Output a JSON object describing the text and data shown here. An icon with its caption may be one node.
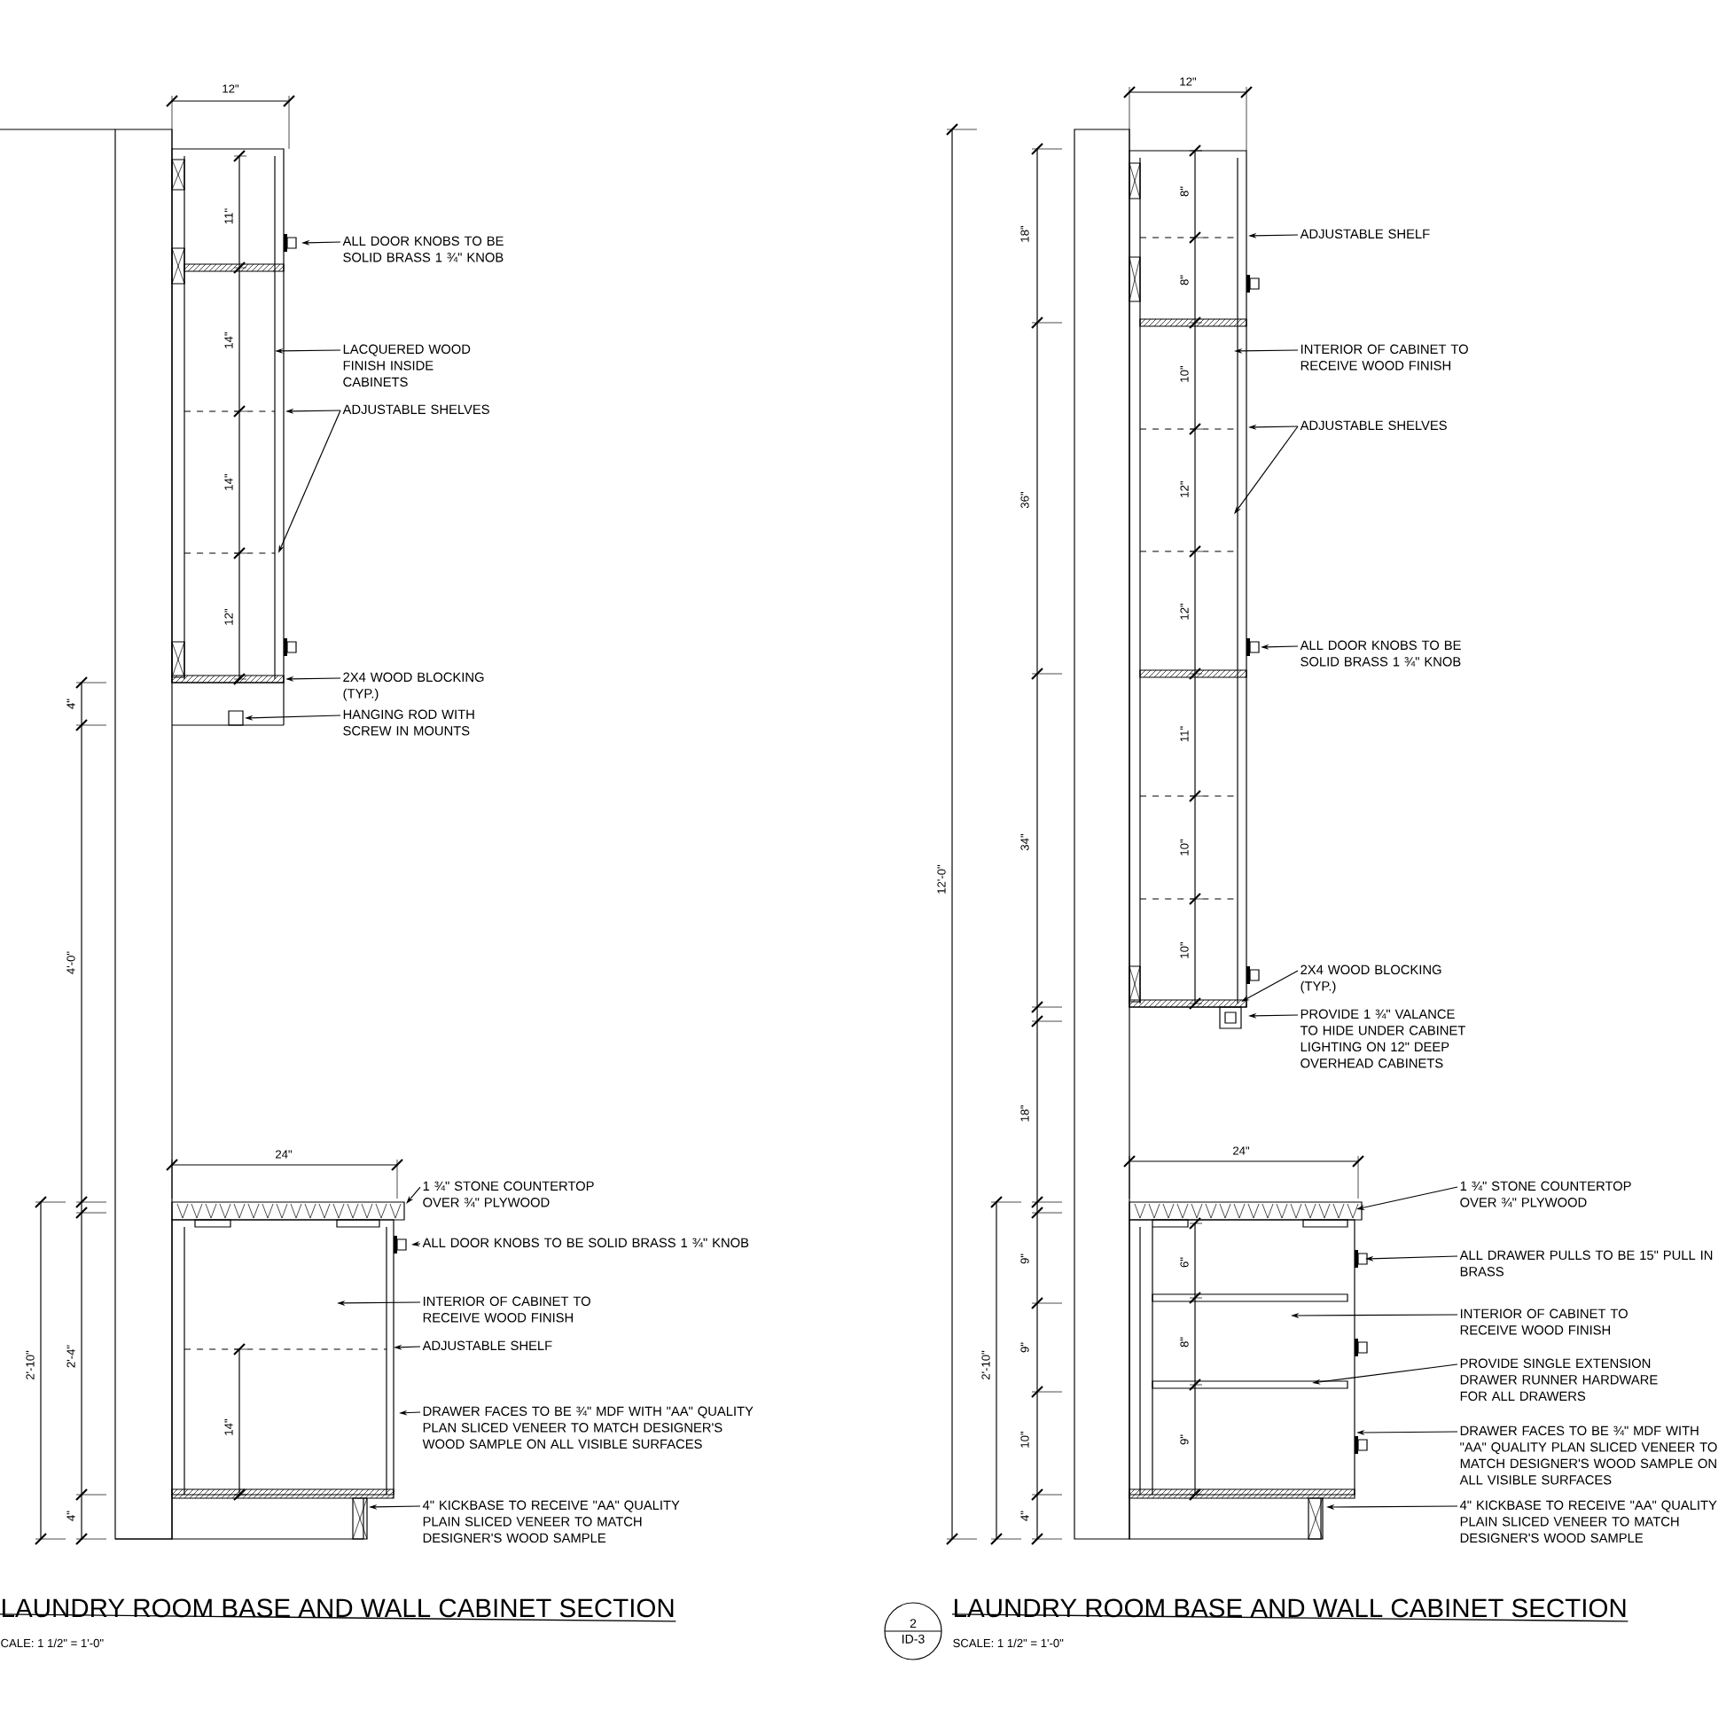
{
  "diagram": {
    "nodes": [
      {
        "text": [
          "ALL DOOR KNOBS TO BE SOLID BRASS 1 ¾\" KNOB"
        ]
      },
      {
        "text": [
          "LACQUERED WOOD FINISH INSIDE CABINETS"
        ]
      },
      {
        "text": [
          "ADJUSTABLE SHELVES"
        ]
      },
      {
        "text": [
          "2X4 WOOD BLOCKING (TYP.)"
        ]
      },
      {
        "text": [
          "HANGING ROD WITH SCREW IN MOUNTS"
        ]
      },
      {
        "text": [
          "1 ¾\" STONE COUNTERTOP OVER ¾\" PLYWOOD"
        ]
      },
      {
        "text": [
          "ALL DOOR KNOBS TO BE SOLID BRASS 1 ¾\" KNOB"
        ]
      },
      {
        "text": [
          "INTERIOR OF CABINET TO RECEIVE WOOD FINISH"
        ]
      },
      {
        "text": [
          "ADJUSTABLE SHELF"
        ]
      },
      {
        "text": [
          "DRAWER FACES TO BE ¾\" MDF WITH \"AA\" QUALITY PLAN SLICED VENEER TO MATCH DESIGNER'S WOOD SAMPLE ON ALL VISIBLE SURFACES"
        ]
      },
      {
        "text": [
          "4\" KICKBASE TO RECEIVE \"AA\" QUALITY PLAIN SLICED VENEER TO MATCH DESIGNER'S WOOD SAMPLE"
        ]
      },
      {
        "text": [
          "ADJUSTABLE SHELF"
        ]
      },
      {
        "text": [
          "INTERIOR OF CABINET TO RECEIVE WOOD FINISH"
        ]
      },
      {
        "text": [
          "ADJUSTABLE SHELVES"
        ]
      },
      {
        "text": [
          "ALL DOOR KNOBS TO BE SOLID BRASS 1 ¾\" KNOB"
        ]
      },
      {
        "text": [
          "2X4 WOOD BLOCKING (TYP.)"
        ]
      },
      {
        "text": [
          "PROVIDE 1 ¾\" VALANCE TO HIDE UNDER CABINET LIGHTING ON 12\" DEEP OVERHEAD CABINETS"
        ]
      },
      {
        "text": [
          "1 ¾\" STONE COUNTERTOP OVER ¾\" PLYWOOD"
        ]
      },
      {
        "text": [
          "ALL DRAWER PULLS TO BE 15\" PULL IN BRASS"
        ]
      },
      {
        "text": [
          "INTERIOR OF CABINET TO RECEIVE WOOD FINISH"
        ]
      },
      {
        "text": [
          "PROVIDE SINGLE EXTENSION DRAWER RUNNER HARDWARE FOR ALL DRAWERS"
        ]
      },
      {
        "text": [
          "DRAWER FACES TO BE ¾\" MDF WITH \"AA\" QUALITY PLAN SLICED VENEER TO MATCH DESIGNER'S WOOD SAMPLE ON ALL VISIBLE SURFACES"
        ]
      },
      {
        "text": [
          "4\" KICKBASE TO RECEIVE \"AA\" QUALITY PLAIN SLICED VENEER TO MATCH DESIGNER'S WOOD SAMPLE"
        ]
      },
      {
        "text": [
          "2",
          "ID-3"
        ]
      }
    ],
    "edges": [
      {
        "from": 0,
        "to": null,
        "arrow": "to"
      },
      {
        "from": 1,
        "to": null,
        "arrow": "to"
      },
      {
        "from": 2,
        "to": null,
        "arrow": "to"
      },
      {
        "from": 2,
        "to": null,
        "arrow": "to"
      },
      {
        "from": 3,
        "to": null,
        "arrow": "to"
      },
      {
        "from": 4,
        "to": null,
        "arrow": "to"
      },
      {
        "from": 5,
        "to": null,
        "arrow": "to"
      },
      {
        "from": 6,
        "to": null,
        "arrow": "to"
      },
      {
        "from": 7,
        "to": null,
        "arrow": "to"
      },
      {
        "from": 8,
        "to": null,
        "arrow": "to"
      },
      {
        "from": 9,
        "to": null,
        "arrow": "to"
      },
      {
        "from": 10,
        "to": null,
        "arrow": "to"
      },
      {
        "from": 11,
        "to": null,
        "arrow": "to"
      },
      {
        "from": 12,
        "to": null,
        "arrow": "to"
      },
      {
        "from": 13,
        "to": null,
        "arrow": "to"
      },
      {
        "from": 13,
        "to": null,
        "arrow": "to"
      },
      {
        "from": 14,
        "to": null,
        "arrow": "to"
      },
      {
        "from": 15,
        "to": null,
        "arrow": "to"
      },
      {
        "from": 16,
        "to": null,
        "arrow": "to"
      },
      {
        "from": 17,
        "to": null,
        "arrow": "to"
      },
      {
        "from": 18,
        "to": null,
        "arrow": "to"
      },
      {
        "from": 19,
        "to": null,
        "arrow": "to"
      },
      {
        "from": 20,
        "to": null,
        "arrow": "to"
      },
      {
        "from": 21,
        "to": null,
        "arrow": "to"
      },
      {
        "from": 22,
        "to": null,
        "arrow": "to"
      }
    ],
    "labels": [
      "12\"",
      "11\"",
      "14\"",
      "14\"",
      "12\"",
      "4\"",
      "4'-0\"",
      "24\"",
      "2'-10\"",
      "2'-4\"",
      "14\"",
      "4\"",
      "LAUNDRY ROOM BASE AND WALL CABINET SECTION",
      "CALE: 1 1/2\" = 1'-0\"",
      "12\"",
      "12'-0\"",
      "18\"",
      "36\"",
      "34\"",
      "18\"",
      "8\"",
      "8\"",
      "10\"",
      "12\"",
      "12\"",
      "11\"",
      "10\"",
      "10\"",
      "24\"",
      "2'-10\"",
      "9\"",
      "9\"",
      "10\"",
      "4\"",
      "6\"",
      "8\"",
      "9\"",
      "LAUNDRY ROOM BASE AND WALL CABINET  SECTION",
      "SCALE: 1 1/2\" = 1'-0\""
    ]
  }
}
